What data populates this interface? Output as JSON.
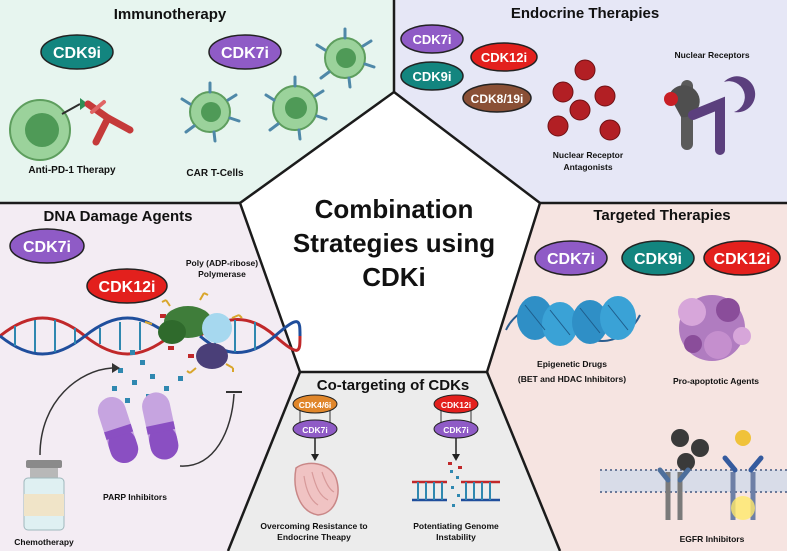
{
  "center": {
    "line1": "Combination",
    "line2": "Strategies using",
    "line3": "CDKi"
  },
  "panels": {
    "immunotherapy": {
      "title": "Immunotherapy",
      "badges": [
        "CDK9i",
        "CDK7i"
      ],
      "labels": {
        "anti_pd1": "Anti-PD-1 Therapy",
        "car_t": "CAR T-Cells"
      }
    },
    "endocrine": {
      "title": "Endocrine Therapies",
      "badges": [
        "CDK7i",
        "CDK12i",
        "CDK9i",
        "CDK8/19i"
      ],
      "labels": {
        "nuclear_receptors": "Nuclear Receptors",
        "antagonists_1": "Nuclear Receptor",
        "antagonists_2": "Antagonists"
      }
    },
    "dna_damage": {
      "title": "DNA Damage Agents",
      "badges": [
        "CDK7i",
        "CDK12i"
      ],
      "labels": {
        "parp_1": "Poly (ADP-ribose)",
        "parp_2": "Polymerase",
        "parp_inhibitors": "PARP Inhibitors",
        "chemotherapy": "Chemotherapy"
      }
    },
    "targeted": {
      "title": "Targeted Therapies",
      "badges": [
        "CDK7i",
        "CDK9i",
        "CDK12i"
      ],
      "labels": {
        "epigenetic_1": "Epigenetic Drugs",
        "epigenetic_2": "(BET and HDAC Inhibitors)",
        "pro_apoptotic": "Pro-apoptotic Agents",
        "egfr": "EGFR Inhibitors"
      }
    },
    "cotargeting": {
      "title": "Co-targeting of CDKs",
      "pair_left": [
        "CDK4/6i",
        "CDK7i"
      ],
      "pair_right": [
        "CDK12i",
        "CDK7i"
      ],
      "labels": {
        "left_1": "Overcoming Resistance to",
        "left_2": "Endocrine Theapy",
        "right_1": "Potentiating Genome",
        "right_2": "Instability"
      }
    }
  },
  "colors": {
    "purple": "#8f5bc6",
    "teal": "#13857f",
    "red": "#e3201d",
    "brown": "#8a5036",
    "orange": "#e0862a",
    "dark_red": "#c42222",
    "bg_immuno": "#e7f5ef",
    "bg_endocrine": "#e6e7f6",
    "bg_dna": "#f3ecf3",
    "bg_targeted": "#f6e4e1",
    "bg_cotarget": "#ececec"
  }
}
